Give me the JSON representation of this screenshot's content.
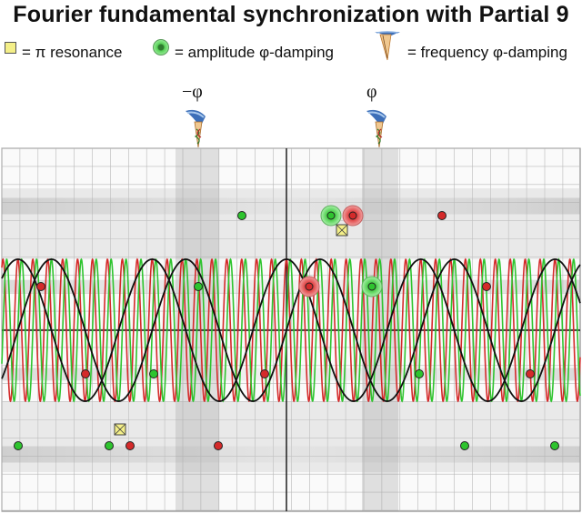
{
  "title": "Fourier fundamental synchronization with Partial 9",
  "legend": {
    "resonance": "= π resonance",
    "amplitude": "= amplitude φ-damping",
    "frequency": "= frequency  φ-damping"
  },
  "markers": {
    "neg_phi": "−φ",
    "pos_phi": "φ"
  },
  "colors": {
    "fundamental": "#111111",
    "partial_red": "#d42a2a",
    "partial_green": "#2ec42e",
    "resonance_fill": "#f4ef88",
    "grid": "#b8b8b8",
    "band": "#c8c8c8"
  },
  "chart_data": {
    "type": "line",
    "series": [
      {
        "function": "cos(x)",
        "color": "black"
      },
      {
        "function": "sin(x)",
        "color": "black"
      },
      {
        "function": "cos(9x)",
        "color": "red"
      },
      {
        "function": "sin(9x)",
        "color": "green"
      }
    ],
    "xlim": [
      -13.5,
      13.5
    ],
    "ylim": [
      -2,
      2
    ]
  }
}
